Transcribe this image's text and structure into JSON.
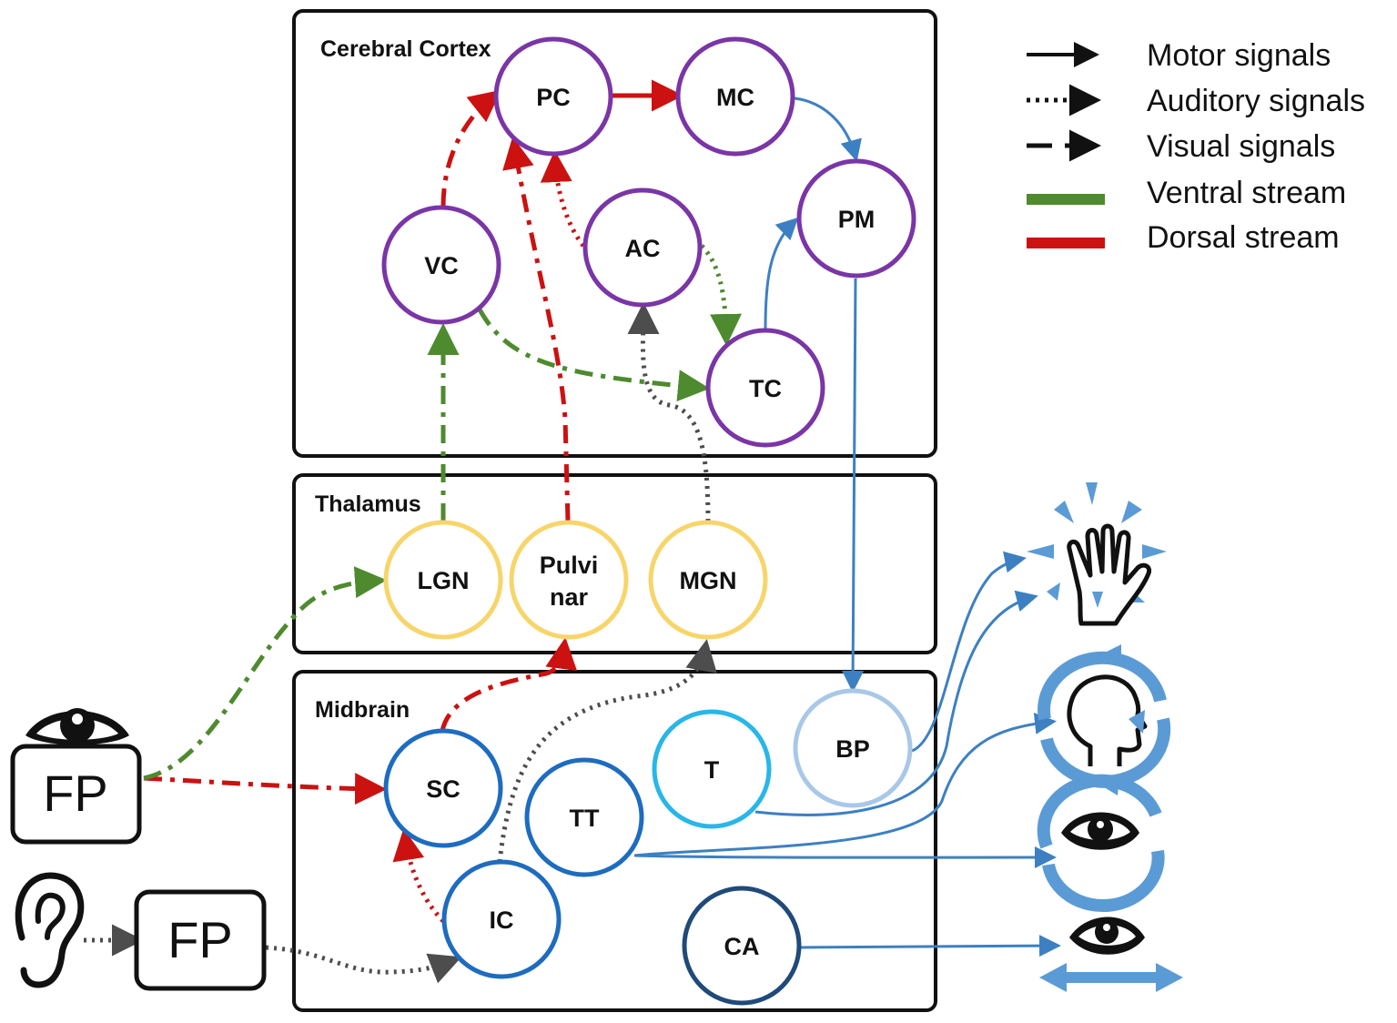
{
  "regions": {
    "cortex": "Cerebral Cortex",
    "thalamus": "Thalamus",
    "midbrain": "Midbrain"
  },
  "legend": {
    "motor": "Motor signals",
    "auditory": "Auditory signals",
    "visual": "Visual signals",
    "ventral": "Ventral stream",
    "dorsal": "Dorsal stream"
  },
  "nodes": {
    "pc": "PC",
    "mc": "MC",
    "pm": "PM",
    "vc": "VC",
    "ac": "AC",
    "tc": "TC",
    "lgn": "LGN",
    "pulvinar_1": "Pulvi",
    "pulvinar_2": "nar",
    "mgn": "MGN",
    "bp": "BP",
    "t": "T",
    "sc": "SC",
    "tt": "TT",
    "ic": "IC",
    "ca": "CA"
  },
  "inputs": {
    "visual_fp": "FP",
    "auditory_fp": "FP"
  },
  "colors": {
    "cortex_node": "#7a35a6",
    "thalamus_node": "#f7d56a",
    "ventral": "#4e8a2e",
    "dorsal": "#cc1111",
    "auditory": "#4d4d4d",
    "motor": "#3d80c2",
    "bp_node": "#a9c8e8",
    "t_node": "#29b6e8",
    "midbrain_node": "#1d6cc0",
    "ca_node": "#1f4a7a",
    "effector": "#5b9bd5"
  },
  "icons": [
    "eye-icon",
    "ear-icon",
    "hand-icon",
    "head-rotation-icon",
    "eye-rotation-icon",
    "eye-horizontal-icon"
  ]
}
